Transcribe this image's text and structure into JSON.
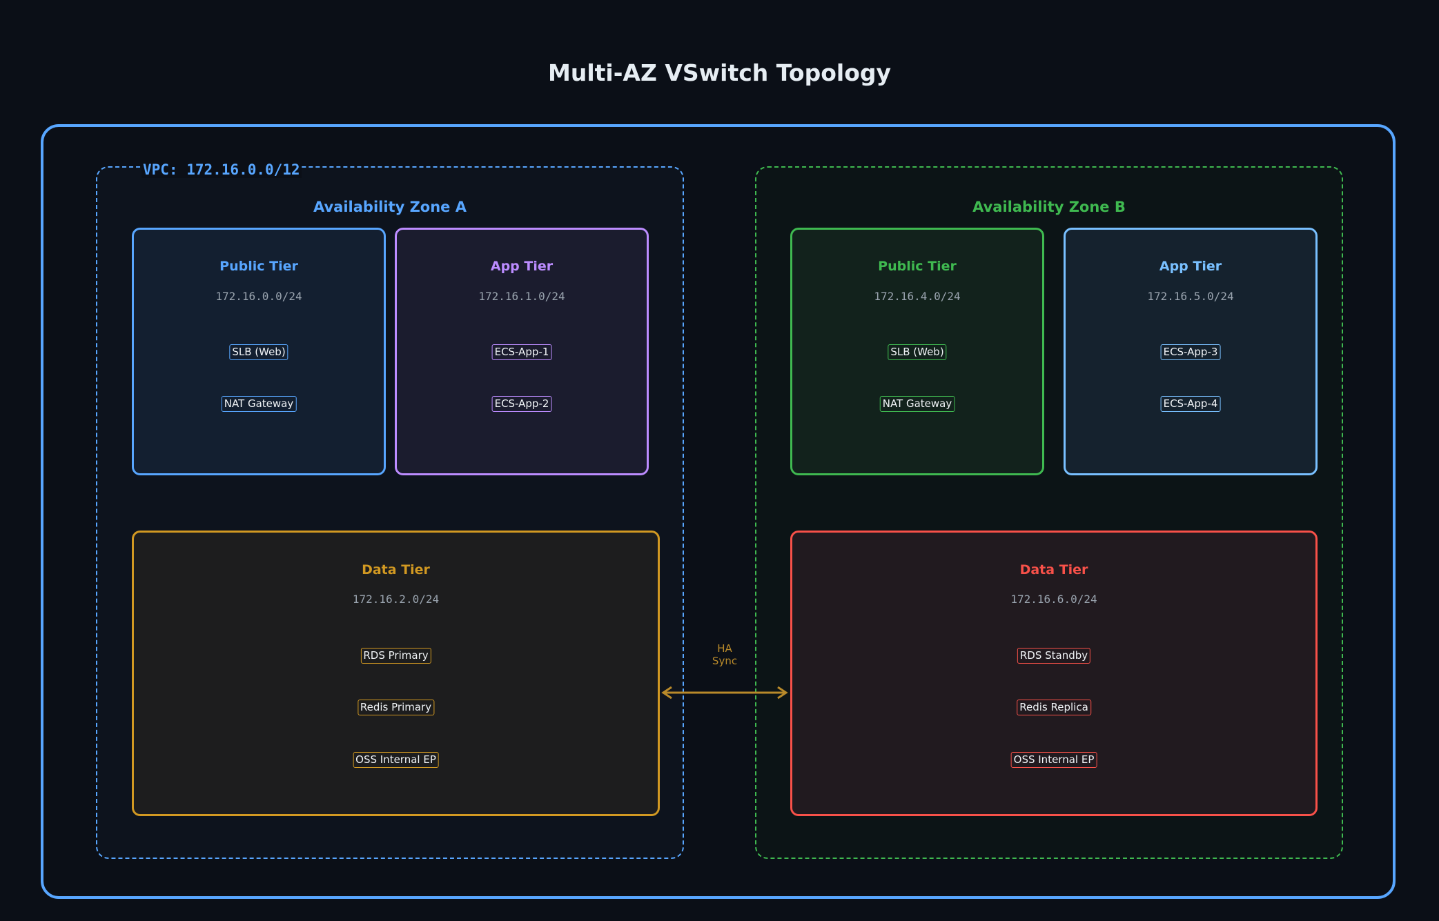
{
  "title": "Multi-AZ VSwitch Topology",
  "vpc": {
    "label": "VPC: 172.16.0.0/12",
    "color": "#58a6ff"
  },
  "zones": [
    {
      "label": "Availability Zone A",
      "color": "#58a6ff",
      "tiers": {
        "public": {
          "name": "Public Tier",
          "cidr": "172.16.0.0/24",
          "color": "#58a6ff",
          "resources": [
            "SLB (Web)",
            "NAT Gateway"
          ]
        },
        "app": {
          "name": "App Tier",
          "cidr": "172.16.1.0/24",
          "color": "#bc8cff",
          "resources": [
            "ECS-App-1",
            "ECS-App-2"
          ]
        },
        "data": {
          "name": "Data Tier",
          "cidr": "172.16.2.0/24",
          "color": "#d29922",
          "resources": [
            "RDS Primary",
            "Redis Primary",
            "OSS Internal EP"
          ]
        }
      }
    },
    {
      "label": "Availability Zone B",
      "color": "#3fb950",
      "tiers": {
        "public": {
          "name": "Public Tier",
          "cidr": "172.16.4.0/24",
          "color": "#3fb950",
          "resources": [
            "SLB (Web)",
            "NAT Gateway"
          ]
        },
        "app": {
          "name": "App Tier",
          "cidr": "172.16.5.0/24",
          "color": "#79c0ff",
          "resources": [
            "ECS-App-3",
            "ECS-App-4"
          ]
        },
        "data": {
          "name": "Data Tier",
          "cidr": "172.16.6.0/24",
          "color": "#f85149",
          "resources": [
            "RDS Standby",
            "Redis Replica",
            "OSS Internal EP"
          ]
        }
      }
    }
  ],
  "ha_link": {
    "label_line1": "HA",
    "label_line2": "Sync",
    "color": "#b98a2a"
  }
}
